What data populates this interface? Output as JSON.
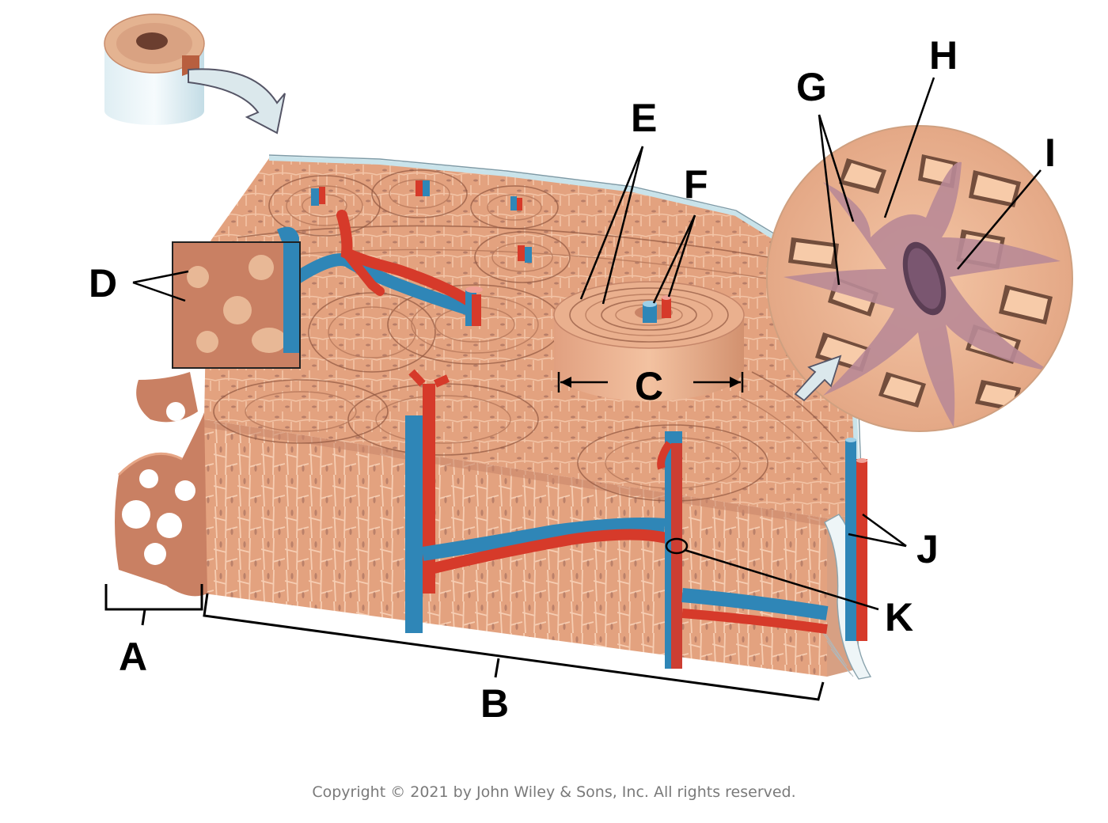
{
  "labels": {
    "A": "A",
    "B": "B",
    "C": "C",
    "D": "D",
    "E": "E",
    "F": "F",
    "G": "G",
    "H": "H",
    "I": "I",
    "J": "J",
    "K": "K"
  },
  "copyright": "Copyright © 2021 by John Wiley & Sons, Inc. All rights reserved.",
  "colors": {
    "bone": "#e3a27f",
    "bone_dark": "#c4805f",
    "spongy_bone": "#c98063",
    "artery": "#d63a2a",
    "vein": "#2f86b7",
    "periosteum": "#c9e3ea",
    "osteocyte": "#b77a8e"
  }
}
